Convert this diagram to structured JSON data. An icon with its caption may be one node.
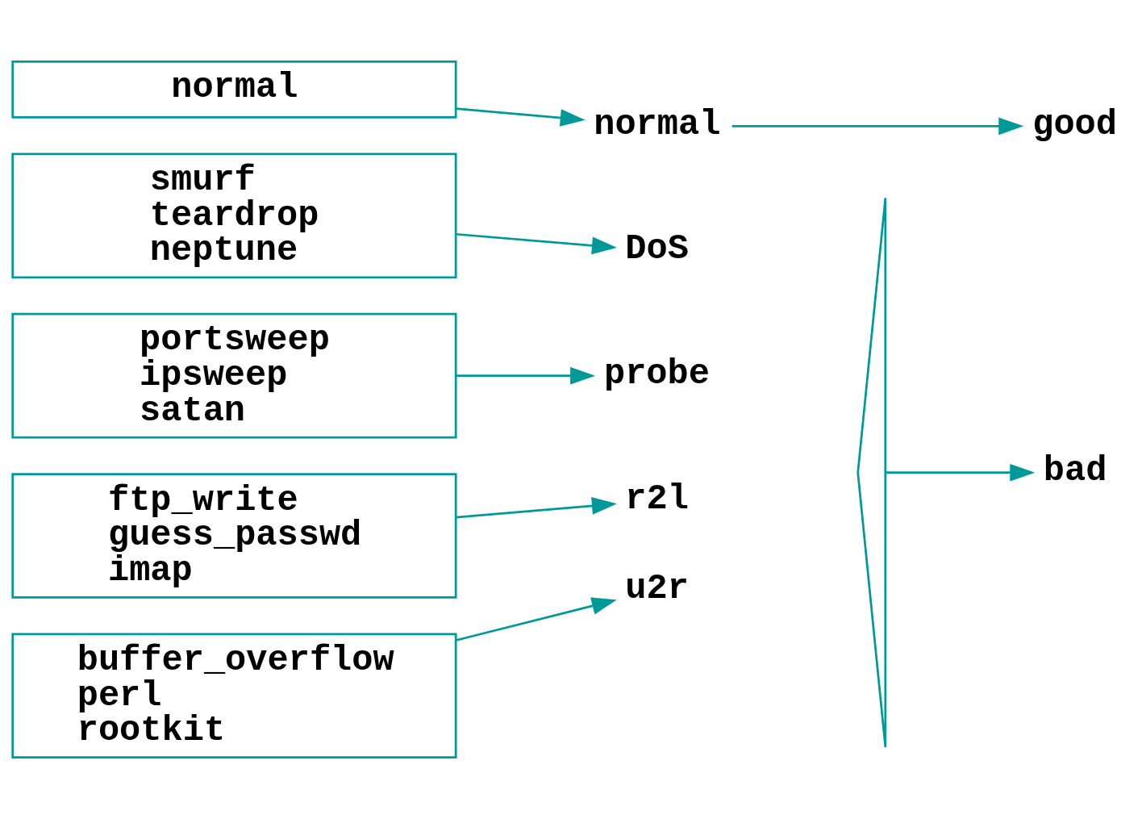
{
  "diagram": {
    "nodes": [
      {
        "text": [
          "normal"
        ]
      },
      {
        "text": [
          "smurf",
          "teardrop",
          "neptune"
        ]
      },
      {
        "text": [
          "portsweep",
          "ipsweep",
          "satan"
        ]
      },
      {
        "text": [
          "ftp_write",
          "guess_passwd",
          "imap"
        ]
      },
      {
        "text": [
          "buffer_overflow",
          "perl",
          "rootkit"
        ]
      },
      {
        "text": [
          "normal"
        ]
      },
      {
        "text": [
          "DoS"
        ]
      },
      {
        "text": [
          "probe"
        ]
      },
      {
        "text": [
          "r2l"
        ]
      },
      {
        "text": [
          "u2r"
        ]
      },
      {
        "text": [
          "good"
        ]
      },
      {
        "text": [
          "bad"
        ]
      },
      {
        "text": [],
        "shape": "brace"
      }
    ],
    "edges": [
      {
        "from": 0,
        "to": 5,
        "arrow": "to"
      },
      {
        "from": 1,
        "to": 6,
        "arrow": "to"
      },
      {
        "from": 2,
        "to": 7,
        "arrow": "to"
      },
      {
        "from": 3,
        "to": 8,
        "arrow": "to"
      },
      {
        "from": 4,
        "to": 9,
        "arrow": "to"
      },
      {
        "from": 5,
        "to": 10,
        "arrow": "to"
      },
      {
        "from": 12,
        "to": 11,
        "arrow": "to"
      }
    ]
  }
}
